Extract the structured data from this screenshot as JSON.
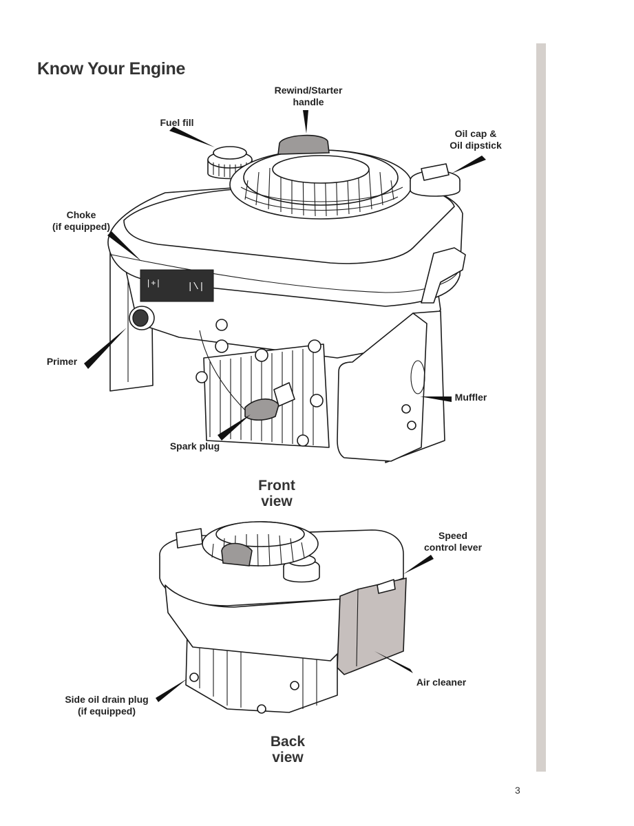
{
  "page": {
    "title": "Know Your Engine",
    "page_number": "3"
  },
  "front_view": {
    "caption_line1": "Front",
    "caption_line2": "view",
    "labels": {
      "rewind_line1": "Rewind/Starter",
      "rewind_line2": "handle",
      "fuel_fill": "Fuel fill",
      "oil_line1": "Oil cap &",
      "oil_line2": "Oil dipstick",
      "choke_line1": "Choke",
      "choke_line2": "(if equipped)",
      "primer": "Primer",
      "muffler": "Muffler",
      "spark_plug": "Spark plug"
    }
  },
  "back_view": {
    "caption_line1": "Back",
    "caption_line2": "view",
    "labels": {
      "speed_line1": "Speed",
      "speed_line2": "control lever",
      "air_cleaner": "Air cleaner",
      "drain_line1": "Side oil drain plug",
      "drain_line2": "(if equipped)"
    }
  }
}
